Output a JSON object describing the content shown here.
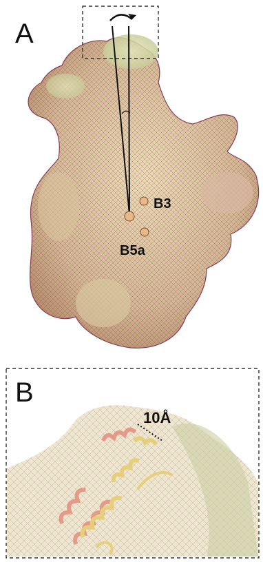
{
  "panels": {
    "a": {
      "letter": "A",
      "labels": {
        "b3": "B3",
        "b5a": "B5a"
      }
    },
    "b": {
      "letter": "B",
      "distance_label": "10Å"
    }
  },
  "colors": {
    "surface_fill": "#cfb98e",
    "surface_light": "#e6dab0",
    "mesh": "#8a3b56",
    "green_tint": "#c8cf9a",
    "marker": "#e9b98a",
    "helix_pink": "#e39a86",
    "helix_yellow": "#e6cf7a",
    "dashed_box": "#333333"
  }
}
